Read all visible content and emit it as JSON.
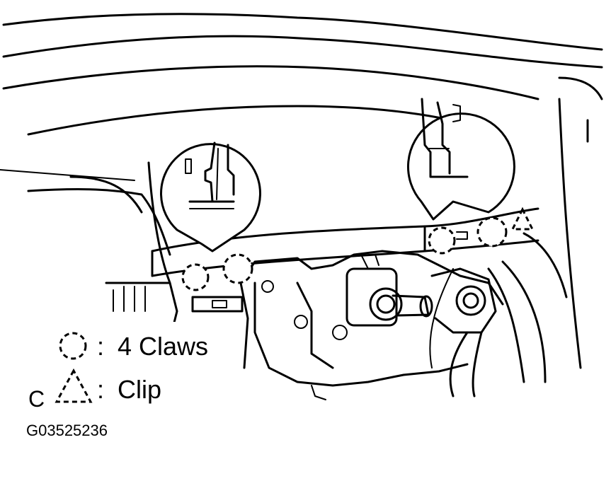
{
  "legend": {
    "claws_sep": ":",
    "claws_label": "4 Claws",
    "clip_sep": ":",
    "clip_label": "Clip",
    "view_letter": "C"
  },
  "figure_code": "G03525236",
  "icons": {
    "claw_marker": "dashed-circle-icon",
    "clip_marker": "dashed-triangle-icon"
  }
}
